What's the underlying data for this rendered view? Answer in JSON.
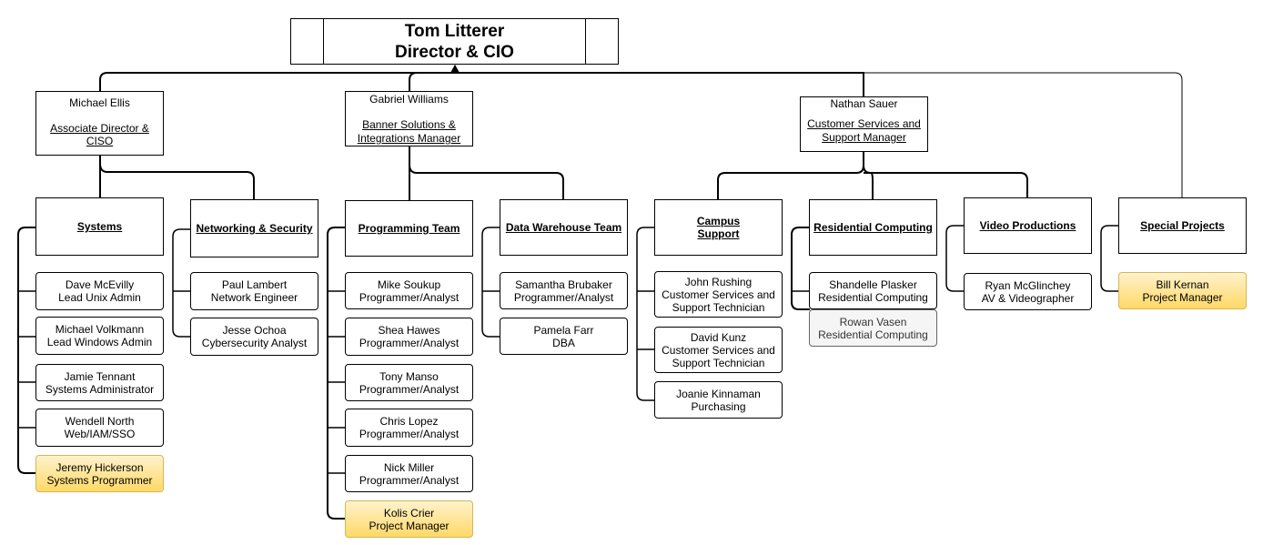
{
  "director": {
    "name": "Tom Litterer",
    "title": "Director & CIO"
  },
  "managers": {
    "ellis": {
      "name": "Michael Ellis",
      "title": "Associate Director & CISO"
    },
    "williams": {
      "name": "Gabriel Williams",
      "title": "Banner Solutions & Integrations Manager"
    },
    "sauer": {
      "name": "Nathan Sauer",
      "title": "Customer Services and Support Manager"
    }
  },
  "teams": {
    "systems": "Systems",
    "networking": "Networking & Security",
    "programming": "Programming Team",
    "data_warehouse": "Data Warehouse Team",
    "campus_support_1": "Campus",
    "campus_support_2": "Support",
    "residential": "Residential Computing",
    "video": "Video Productions",
    "special": "Special Projects"
  },
  "staff": {
    "systems": [
      {
        "name": "Dave McEvilly",
        "title": "Lead Unix Admin"
      },
      {
        "name": "Michael Volkmann",
        "title": "Lead Windows Admin"
      },
      {
        "name": "Jamie Tennant",
        "title": "Systems Administrator"
      },
      {
        "name": "Wendell North",
        "title": "Web/IAM/SSO"
      },
      {
        "name": "Jeremy Hickerson",
        "title": "Systems Programmer"
      }
    ],
    "networking": [
      {
        "name": "Paul Lambert",
        "title": "Network Engineer"
      },
      {
        "name": "Jesse Ochoa",
        "title": "Cybersecurity Analyst"
      }
    ],
    "programming": [
      {
        "name": "Mike Soukup",
        "title": "Programmer/Analyst"
      },
      {
        "name": "Shea Hawes",
        "title": "Programmer/Analyst"
      },
      {
        "name": "Tony Manso",
        "title": "Programmer/Analyst"
      },
      {
        "name": "Chris Lopez",
        "title": "Programmer/Analyst"
      },
      {
        "name": "Nick Miller",
        "title": "Programmer/Analyst"
      },
      {
        "name": "Kolis Crier",
        "title": "Project Manager"
      }
    ],
    "data_warehouse": [
      {
        "name": "Samantha Brubaker",
        "title": "Programmer/Analyst"
      },
      {
        "name": "Pamela Farr",
        "title": "DBA"
      }
    ],
    "campus_support": [
      {
        "name": "John Rushing",
        "title": "Customer Services and",
        "title2": "Support Technician"
      },
      {
        "name": "David Kunz",
        "title": "Customer Services and",
        "title2": "Support Technician"
      },
      {
        "name": "Joanie Kinnaman",
        "title": "Purchasing"
      }
    ],
    "residential": [
      {
        "name": "Shandelle Plasker",
        "title": "Residential Computing"
      },
      {
        "name": "Rowan Vasen",
        "title": "Residential Computing"
      }
    ],
    "video": [
      {
        "name": "Ryan McGlinchey",
        "title": "AV & Videographer"
      }
    ],
    "special": [
      {
        "name": "Bill Kernan",
        "title": "Project Manager"
      }
    ]
  }
}
